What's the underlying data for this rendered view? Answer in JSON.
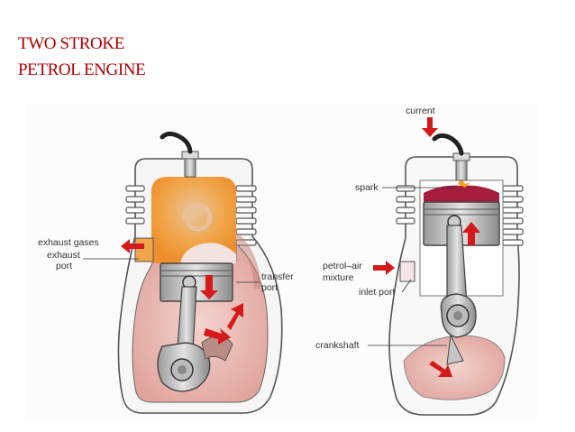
{
  "slide": {
    "title_line1": "TWO STROKE",
    "title_line2": "PETROL  ENGINE"
  },
  "diagram": {
    "left_labels": {
      "exhaust_gases": "exhaust gases",
      "exhaust_port_line1": "exhaust",
      "exhaust_port_line2": "port",
      "transfer_port_line1": "transfer",
      "transfer_port_line2": "port"
    },
    "right_labels": {
      "current": "current",
      "spark": "spark",
      "petrol_air_line1": "petrol–air",
      "petrol_air_line2": "mixture",
      "inlet_port": "inlet port",
      "crankshaft": "crankshaft"
    }
  },
  "colors": {
    "title": "#b00000",
    "arrow": "#d41a1a",
    "combustion": "#f0a23c",
    "crankcase_mix": "#e9b9b3",
    "engine_wall": "#ffffff",
    "outline": "#444444"
  }
}
